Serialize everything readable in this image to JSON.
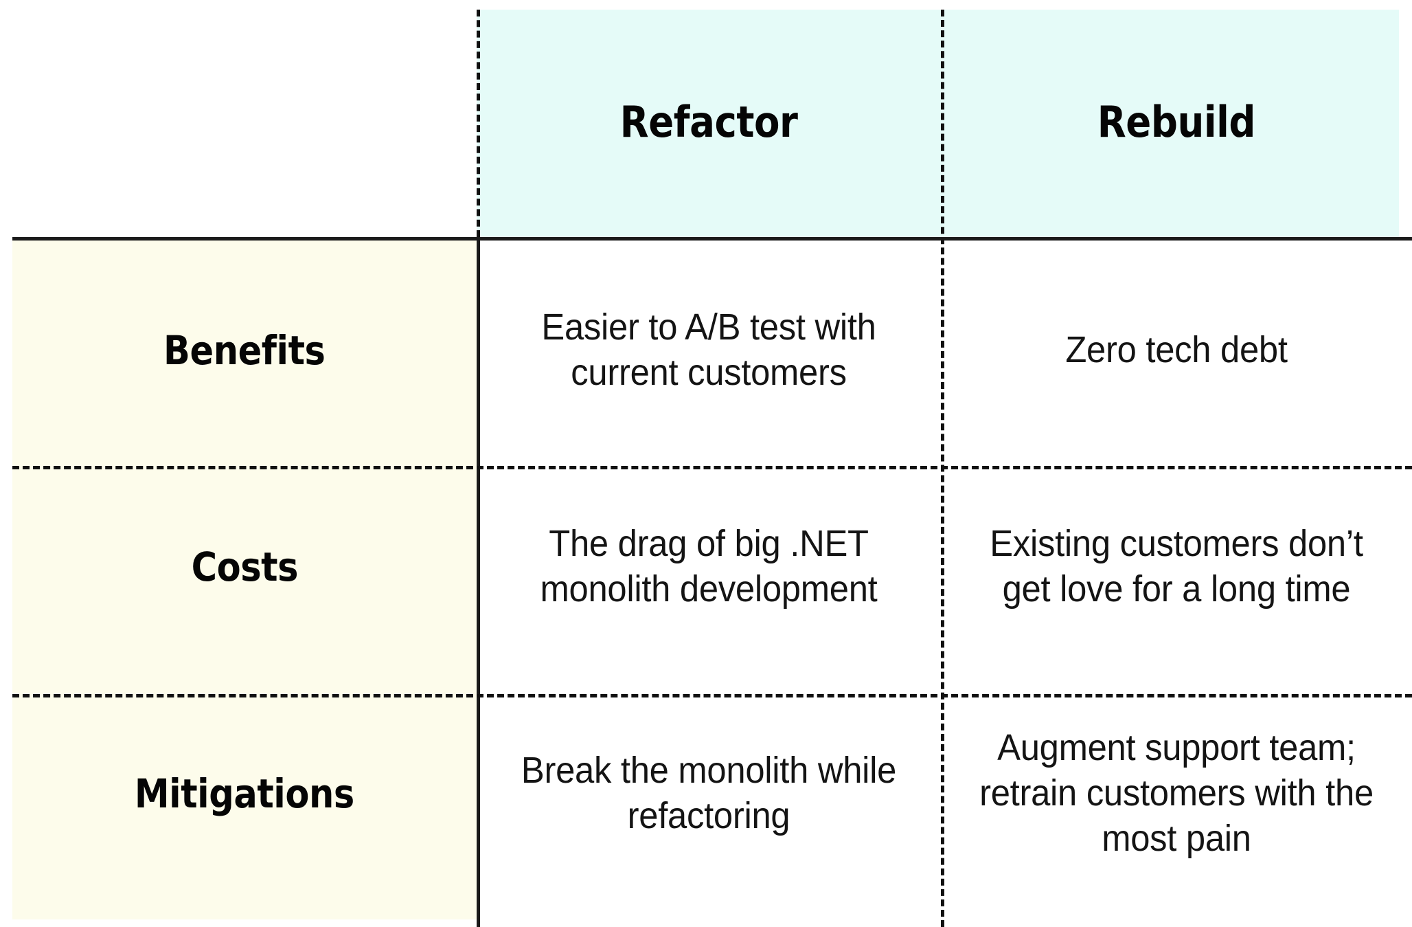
{
  "table": {
    "corner_label": "",
    "columns": [
      {
        "key": "refactor",
        "label": "Refactor"
      },
      {
        "key": "rebuild",
        "label": "Rebuild"
      }
    ],
    "rows": [
      {
        "label": "Benefits",
        "cells": [
          "Easier to A/B test with current customers",
          "Zero tech debt"
        ]
      },
      {
        "label": "Costs",
        "cells": [
          "The drag of big .NET monolith development",
          "Existing customers don’t get love for a long time"
        ]
      },
      {
        "label": "Mitigations",
        "cells": [
          "Break the monolith while refactoring",
          "Augment support team; retrain customers with the most pain"
        ]
      }
    ]
  },
  "style": {
    "header_fill": "#e5fbf8",
    "rowlabel_fill": "#fdfceb",
    "page_background": "#ffffff",
    "rule_color": "#1a1a1a",
    "text_color": "#141414",
    "heading_color": "#050505"
  }
}
